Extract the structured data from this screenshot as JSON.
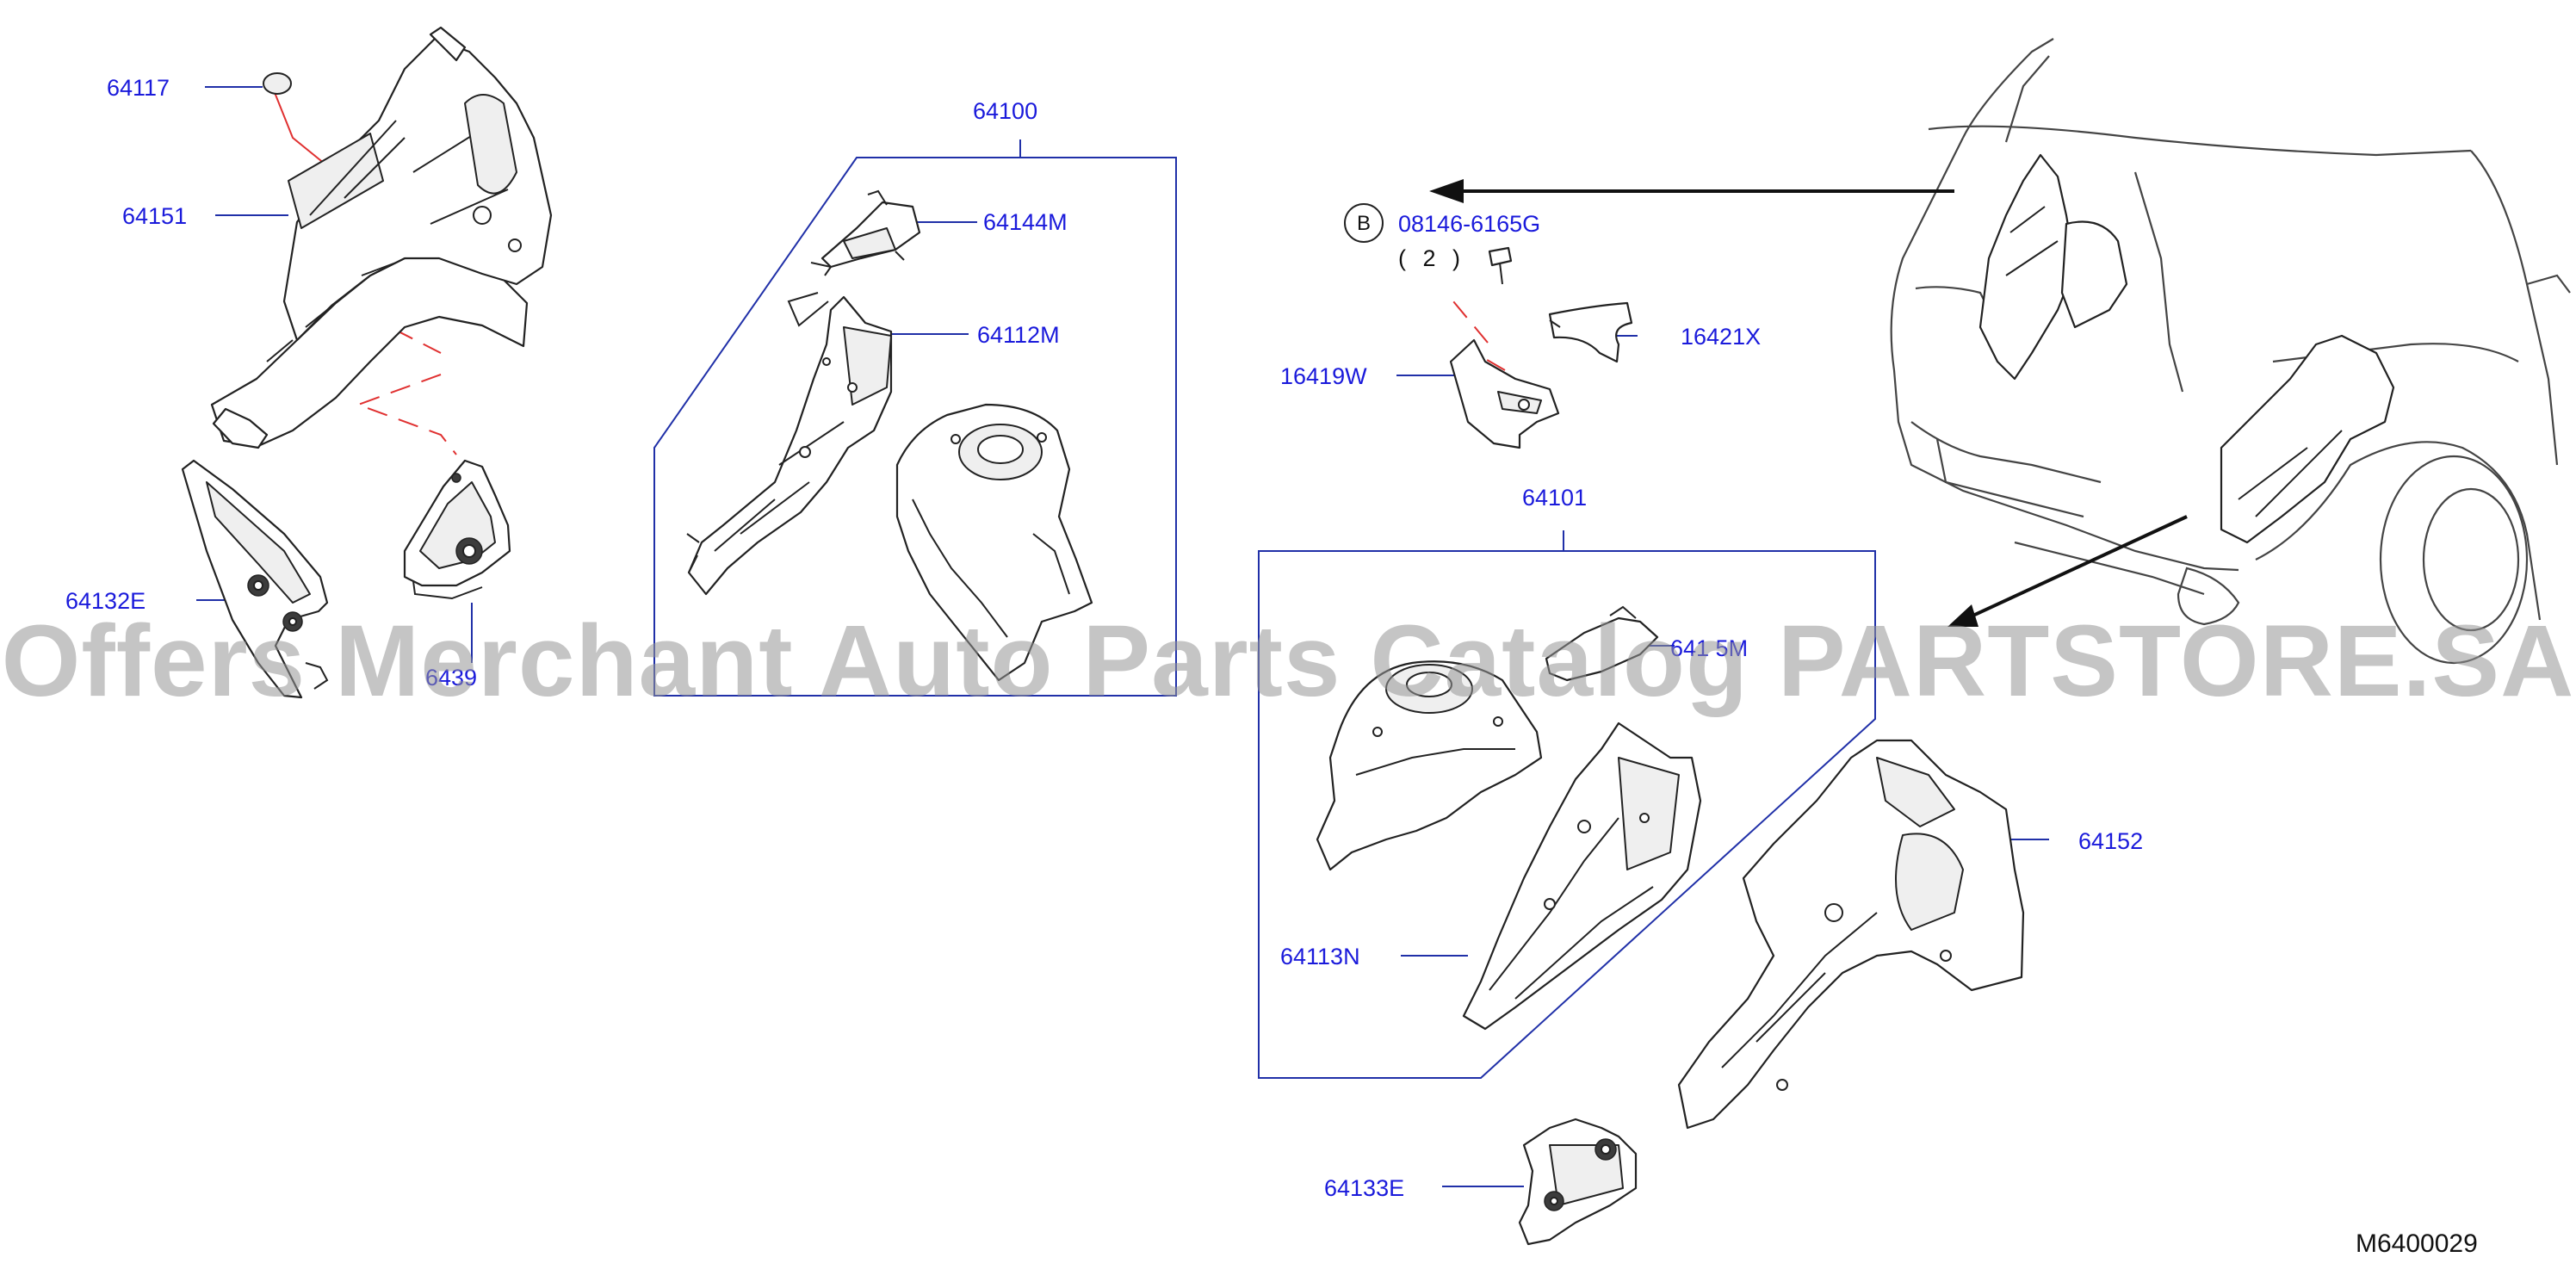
{
  "parts": {
    "p64117": "64117",
    "p64151": "64151",
    "p64132E": "64132E",
    "p6439x": "6439",
    "p64100": "64100",
    "p64144M": "64144M",
    "p64112M": "64112M",
    "p08146": "08146-6165G",
    "p16421X": "16421X",
    "p16419W": "16419W",
    "p64101": "64101",
    "p6415x": "641 5M",
    "p64152": "64152",
    "p64113N": "64113N",
    "p64133E": "64133E"
  },
  "ref_letter": "B",
  "quantity": "( 2 )",
  "figure_id": "M6400029",
  "watermark": "Offers Merchant Auto Parts Catalog PARTSTORE.SA",
  "colors": {
    "label": "#1a1adb",
    "leader": "#2030a8",
    "red_line": "#e03030",
    "ink": "#222222"
  }
}
